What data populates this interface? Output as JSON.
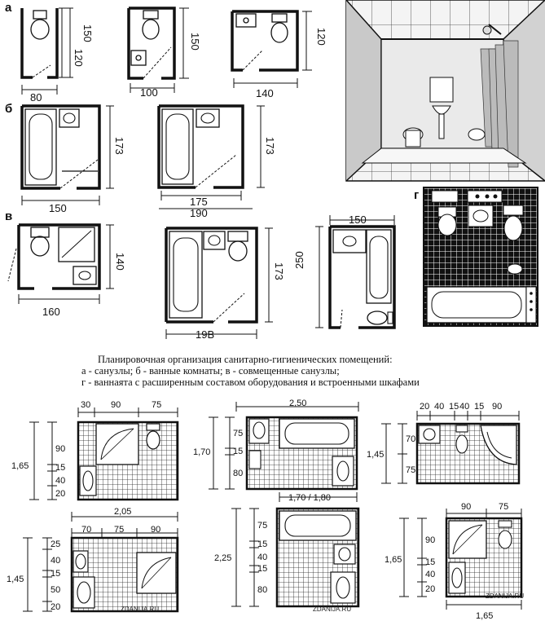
{
  "section_labels": {
    "a": "а",
    "b": "б",
    "v": "в",
    "g": "г"
  },
  "dims_top": {
    "a1_w": "80",
    "a1_h1": "120",
    "a1_h2": "150",
    "a2_w": "100",
    "a2_h": "150",
    "a3_w": "140",
    "a3_h": "120",
    "b1_w": "150",
    "b1_h": "173",
    "b2_w1": "175",
    "b2_w2": "190",
    "b2_h": "173",
    "v1_w": "160",
    "v1_h": "140",
    "v2_w": "19В",
    "v2_h": "173",
    "v3_w": "150",
    "v3_h": "250"
  },
  "caption": {
    "title": "Планировочная организация санитарно-гигиенических помещений:",
    "line1": "а - санузлы;  б - ванные комнаты;  в - совмещенные санузлы;",
    "line2": "г - ваннаята с расширенным составом оборудования и встроенными шкафами"
  },
  "dims_bottom": {
    "p1_top": [
      "30",
      "90",
      "75"
    ],
    "p1_total": "1,65",
    "p1_side": [
      "90",
      "15",
      "40",
      "20"
    ],
    "p2_top": "2,50",
    "p2_total": "1,70",
    "p2_side": [
      "75",
      "15",
      "80"
    ],
    "p2_bottom": "1,70 / 1,80",
    "p3_top": [
      "20",
      "40",
      "15",
      "40",
      "15",
      "90"
    ],
    "p3_total": "1,45",
    "p3_side": [
      "70",
      "75"
    ],
    "p4_top_total": "2,05",
    "p4_top": [
      "70",
      "75",
      "90"
    ],
    "p4_total": "1,45",
    "p4_side": [
      "25",
      "40",
      "15",
      "50",
      "20"
    ],
    "p5_total": "2,25",
    "p5_side": [
      "75",
      "15",
      "40",
      "15",
      "80"
    ],
    "p6_top": [
      "90",
      "75"
    ],
    "p6_total": "1,65",
    "p6_side": [
      "90",
      "15",
      "40",
      "20"
    ],
    "p6_bottom": "1,65"
  },
  "watermarks": [
    "ZDANIJA.RU",
    "ZDANIJA.RU",
    "ZDANIJA.RU"
  ]
}
